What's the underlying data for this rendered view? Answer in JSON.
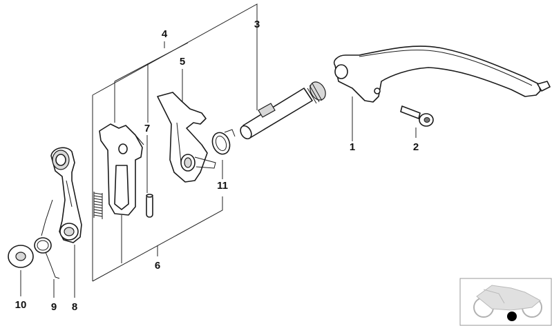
{
  "labels": {
    "p1": "1",
    "p2": "2",
    "p3": "3",
    "p4": "4",
    "p5": "5",
    "p6": "6",
    "p7": "7",
    "p8": "8",
    "p9": "9",
    "p10": "10",
    "p11": "11"
  },
  "icons": {
    "thumbnail": "motorcycle-thumbnail-icon",
    "marker": "location-dot-icon"
  },
  "colors": {
    "line": "#1a1a1a",
    "background": "#ffffff",
    "marker": "#000000"
  }
}
